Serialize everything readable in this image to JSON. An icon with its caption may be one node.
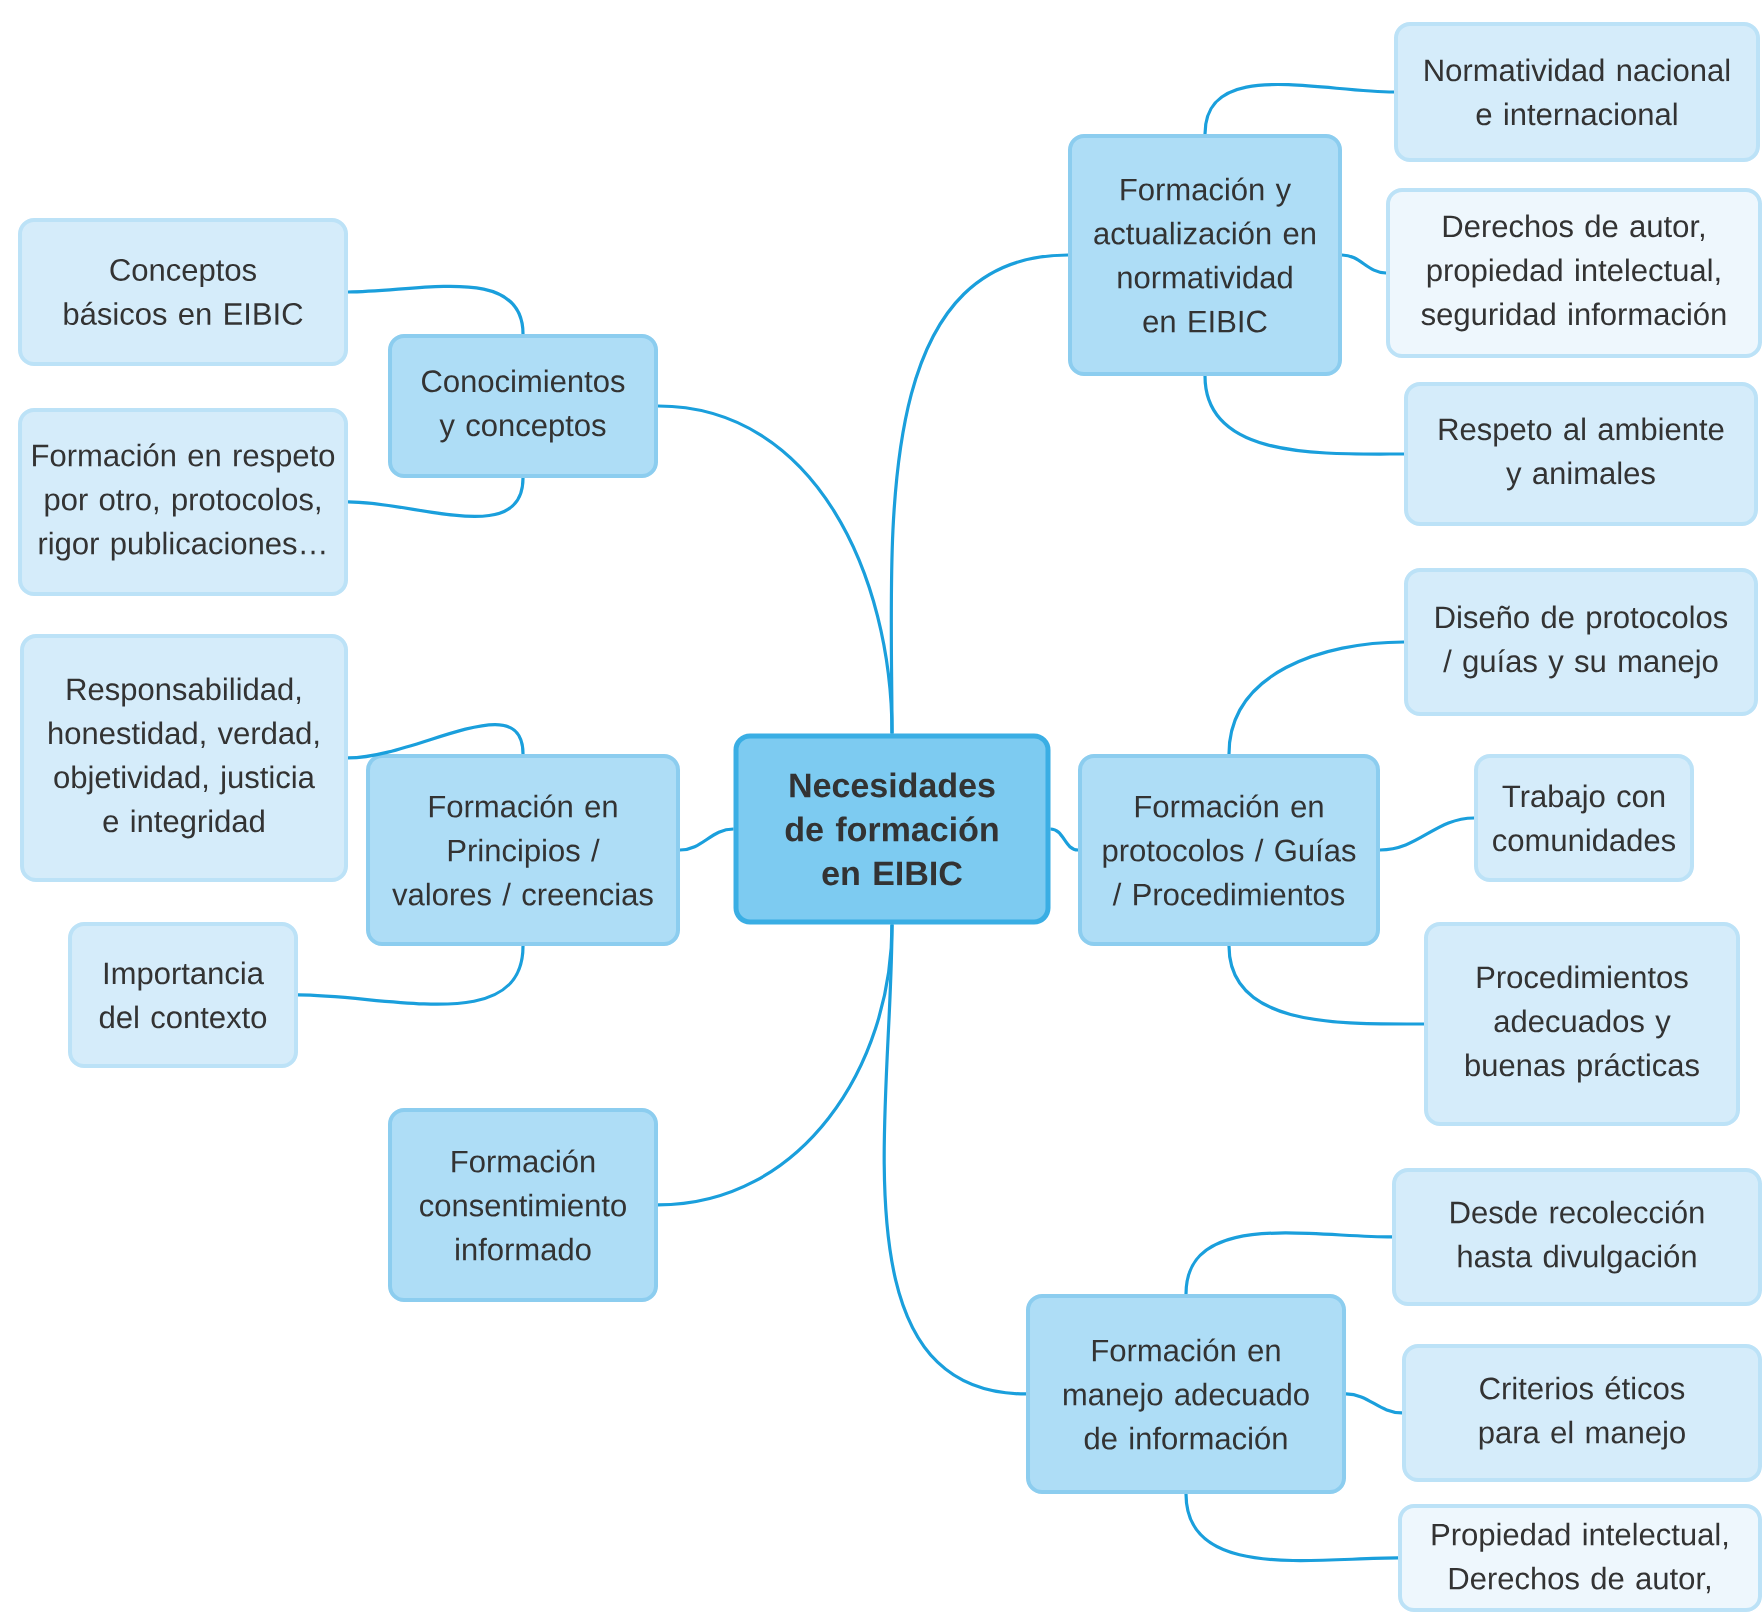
{
  "diagram": {
    "nodes": [
      {
        "text": [
          "Necesidades de formación en EIBIC"
        ]
      },
      {
        "text": [
          "Formación y actualización en normatividad en EIBIC"
        ]
      },
      {
        "text": [
          "Normatividad nacional e internacional"
        ]
      },
      {
        "text": [
          "Derechos de autor, propiedad intelectual, seguridad información"
        ]
      },
      {
        "text": [
          "Respeto al ambiente y animales"
        ]
      },
      {
        "text": [
          "Conceptos básicos en EIBIC"
        ]
      },
      {
        "text": [
          "Conocimientos y conceptos"
        ]
      },
      {
        "text": [
          "Formación en respeto por otro, protocolos, rigor publicaciones…"
        ]
      },
      {
        "text": [
          "Responsabilidad, honestidad, verdad, objetividad, justicia e integridad"
        ]
      },
      {
        "text": [
          "Formación en Principios / valores / creencias"
        ]
      },
      {
        "text": [
          "Diseño de protocolos / guías y su manejo"
        ]
      },
      {
        "text": [
          "Formación en protocolos / Guías / Procedimientos"
        ]
      },
      {
        "text": [
          "Trabajo con comunidades"
        ]
      },
      {
        "text": [
          "Importancia del contexto"
        ]
      },
      {
        "text": [
          "Procedimientos adecuados y buenas prácticas"
        ]
      },
      {
        "text": [
          "Formación consentimiento informado"
        ]
      },
      {
        "text": [
          "Desde recolección hasta divulgación"
        ]
      },
      {
        "text": [
          "Formación en manejo adecuado de información"
        ]
      },
      {
        "text": [
          "Criterios éticos para el manejo"
        ]
      },
      {
        "text": [
          "Propiedad intelectual, Derechos de autor,"
        ]
      }
    ],
    "edges": [
      {
        "from": 0,
        "to": 1,
        "arrow": "none"
      },
      {
        "from": 1,
        "to": 2,
        "arrow": "none"
      },
      {
        "from": 1,
        "to": 3,
        "arrow": "none"
      },
      {
        "from": 1,
        "to": 4,
        "arrow": "none"
      },
      {
        "from": 0,
        "to": 6,
        "arrow": "none"
      },
      {
        "from": 6,
        "to": 5,
        "arrow": "none"
      },
      {
        "from": 6,
        "to": 7,
        "arrow": "none"
      },
      {
        "from": 0,
        "to": 9,
        "arrow": "none"
      },
      {
        "from": 9,
        "to": 8,
        "arrow": "none"
      },
      {
        "from": 9,
        "to": 13,
        "arrow": "none"
      },
      {
        "from": 0,
        "to": 11,
        "arrow": "none"
      },
      {
        "from": 11,
        "to": 10,
        "arrow": "none"
      },
      {
        "from": 11,
        "to": 12,
        "arrow": "none"
      },
      {
        "from": 11,
        "to": 14,
        "arrow": "none"
      },
      {
        "from": 0,
        "to": 15,
        "arrow": "none"
      },
      {
        "from": 0,
        "to": 17,
        "arrow": "none"
      },
      {
        "from": 17,
        "to": 16,
        "arrow": "none"
      },
      {
        "from": 17,
        "to": 18,
        "arrow": "none"
      },
      {
        "from": 17,
        "to": 19,
        "arrow": "none"
      }
    ]
  }
}
